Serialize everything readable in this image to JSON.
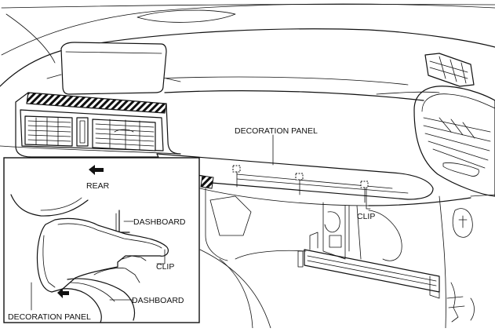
{
  "labels": {
    "decoration_panel_main": "DECORATION PANEL",
    "clip_main": "CLIP",
    "rear": "REAR",
    "dashboard_upper": "DASHBOARD",
    "clip_detail": "CLIP",
    "dashboard_lower": "DASHBOARD",
    "decoration_panel_detail": "DECORATION PANEL"
  }
}
